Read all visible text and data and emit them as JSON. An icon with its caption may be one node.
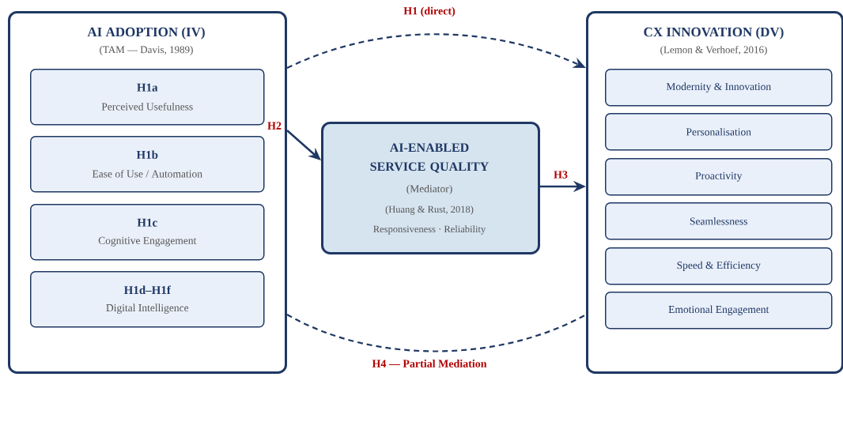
{
  "diagram": {
    "nodes": [
      {
        "text": [
          "AI ADOPTION (IV)",
          "(TAM — Davis, 1989)"
        ]
      },
      {
        "text": [
          "H1a",
          "Perceived Usefulness"
        ],
        "in": 0
      },
      {
        "text": [
          "H1b",
          "Ease of Use / Automation"
        ],
        "in": 0
      },
      {
        "text": [
          "H1c",
          "Cognitive Engagement"
        ],
        "in": 0
      },
      {
        "text": [
          "H1d–H1f",
          "Digital Intelligence"
        ],
        "in": 0
      },
      {
        "text": [
          "AI-ENABLED SERVICE QUALITY",
          "(Mediator)",
          "(Huang & Rust, 2018)",
          "Responsiveness · Reliability"
        ]
      },
      {
        "text": [
          "CX INNOVATION (DV)",
          "(Lemon & Verhoef, 2016)"
        ]
      },
      {
        "text": [
          "Modernity & Innovation"
        ],
        "in": 6
      },
      {
        "text": [
          "Personalisation"
        ],
        "in": 6
      },
      {
        "text": [
          "Proactivity"
        ],
        "in": 6
      },
      {
        "text": [
          "Seamlessness"
        ],
        "in": 6
      },
      {
        "text": [
          "Speed & Efficiency"
        ],
        "in": 6
      },
      {
        "text": [
          "Emotional Engagement"
        ],
        "in": 6
      }
    ],
    "edges": [
      {
        "from": 0,
        "to": 6,
        "arrow": "to",
        "label": "H1 (direct)",
        "style": "dashed"
      },
      {
        "from": 0,
        "to": 5,
        "arrow": "to",
        "label": "H2"
      },
      {
        "from": 5,
        "to": 6,
        "arrow": "to",
        "label": "H3"
      },
      {
        "from": 0,
        "to": 6,
        "arrow": "none",
        "label": "H4 — Partial Mediation",
        "style": "dashed"
      }
    ]
  }
}
